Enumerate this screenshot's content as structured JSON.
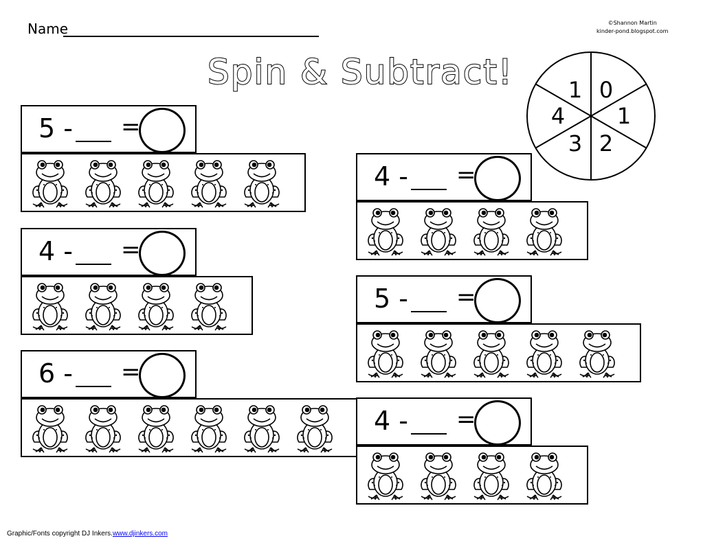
{
  "header": {
    "name_label": "Name",
    "credit_line1": "©Shannon Martin",
    "credit_line2": "kinder-pond.blogspot.com",
    "title_part1": "Spin & ",
    "title_part2": "Subtract!"
  },
  "spinner": {
    "numbers": [
      "1",
      "0",
      "1",
      "2",
      "3",
      "4"
    ]
  },
  "problems": [
    {
      "minuend": "5",
      "frogs": 5
    },
    {
      "minuend": "4",
      "frogs": 4
    },
    {
      "minuend": "6",
      "frogs": 6
    },
    {
      "minuend": "4",
      "frogs": 4
    },
    {
      "minuend": "5",
      "frogs": 5
    },
    {
      "minuend": "4",
      "frogs": 4
    }
  ],
  "operators": {
    "minus": "-",
    "equals": "="
  },
  "footer": {
    "text": "Graphic/Fonts copyright DJ Inkers.",
    "link": "www.djinkers.com"
  }
}
